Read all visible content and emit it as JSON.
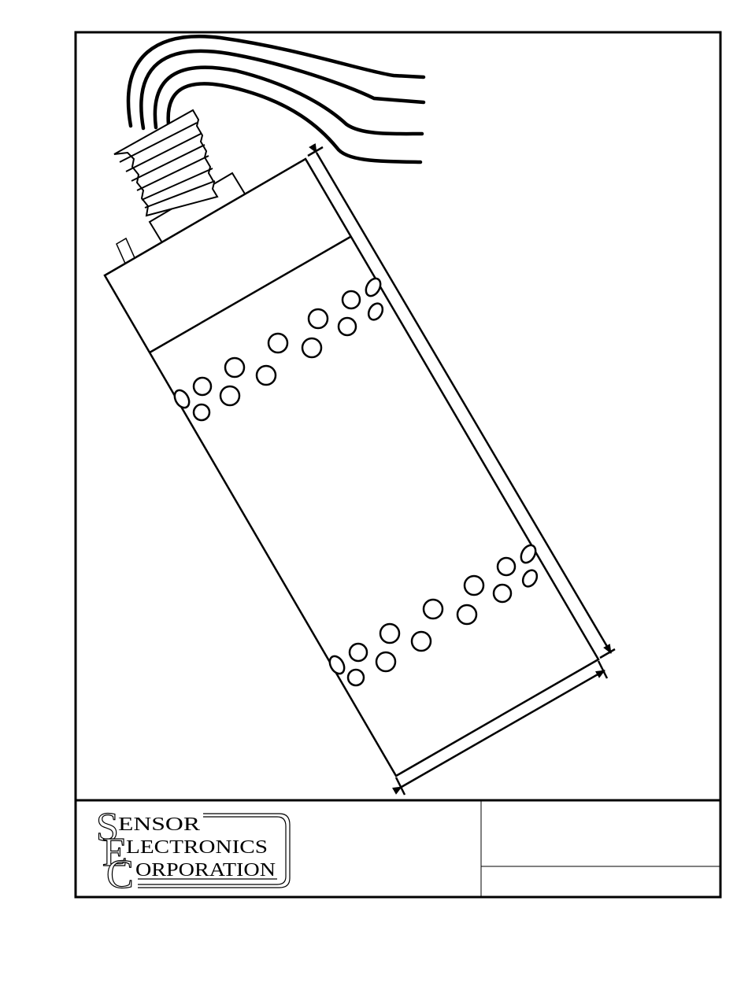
{
  "logo": {
    "initials": [
      "S",
      "E",
      "C"
    ],
    "lines": [
      "ENSOR",
      "LECTRONICS",
      "ORPORATION"
    ]
  },
  "title_block": {
    "upper_field": "",
    "lower_field": ""
  },
  "colors": {
    "line": "#000000",
    "background": "#ffffff"
  }
}
